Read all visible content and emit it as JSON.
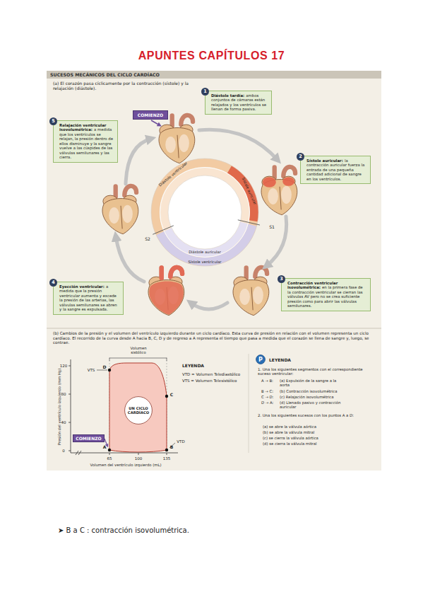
{
  "diagram": {
    "title": "APUNTES CAPÍTULOS 17",
    "nodes": [
      {
        "text": [
          "SUCESOS MECÁNICOS DEL CICLO CARDÍACO"
        ]
      },
      {
        "text": [
          "COMIENZO"
        ]
      },
      {
        "text": [
          "1",
          "Diástole tardía:",
          "ambos conjuntos de cámaras están relajados y los ventrículos se llenan de forma pasiva."
        ]
      },
      {
        "text": [
          "5",
          "Relajación ventricular isovolumétrica:",
          "a medida que los ventrículos se relajan, la presión dentro de ellos disminuye y la sangre vuelve a las cúspides de las válvulas semilunares y las cierra."
        ]
      },
      {
        "text": [
          "2",
          "Sístole auricular:",
          "la contracción auricular fuerza la entrada de una pequeña cantidad adicional de sangre en los ventrículos."
        ]
      },
      {
        "text": [
          "3",
          "Contracción ventricular isovolumétrica:",
          "en la primera fase de la contracción ventricular se cierran las válvulas AV pero no se crea suficiente presión como para abrir las válvulas semilunares."
        ]
      },
      {
        "text": [
          "4",
          "Eyección ventricular:",
          "a medida que la presión ventricular aumenta y excede la presión de las arterias, las válvulas semilunares se abren y la sangre es expulsada."
        ]
      },
      {
        "text": [
          "UN CICLO CARDÍACO"
        ]
      },
      {
        "text": [
          "COMIENZO"
        ]
      },
      {
        "text": [
          "P"
        ]
      }
    ],
    "labels": [
      "(a) El corazón pasa cíclicamente por la contracción (sístole) y la relajación (diástole).",
      "Diástole ventricular",
      "Sístole auricular",
      "Diástole auricular",
      "Sístole ventricular",
      "S1",
      "S2",
      "(b) Cambios de la presión y el volumen del ventrículo izquierdo durante un ciclo cardíaco. Esta curva de presión en relación con el volumen representa un ciclo cardíaco. El recorrido de la curva desde A hacia B, C, D y de regreso a A representa el tiempo que pasa a medida que el corazón se llena de sangre y, luego, se contrae.",
      "Presión del ventrículo izquierdo (mm Hg)",
      "120",
      "80",
      "40",
      "0",
      "65",
      "100",
      "135",
      "Volumen del ventrículo izquierdo (mL)",
      "Volumen sistólico",
      "VTS",
      "VTD",
      "A",
      "B",
      "C",
      "D",
      "LEYENDA",
      "LEYENDA",
      "1. Una los siguientes segmentos con el correspondiente suceso ventricular:",
      "A → B:",
      "(a) Expulsión de la sangre a la aorta",
      "B → C:",
      "(b) Contracción isovolumétrica",
      "C → D:",
      "(c) Relajación isovolumétrica",
      "D → A:",
      "(d) Llenado pasivo y contracción auricular",
      "2. Una los siguientes sucesos con los puntos A a D:",
      "(a) se abre la válvula aórtica",
      "(b) se abre la válvula mitral",
      "(c) se cierra la válvula aórtica",
      "(d) se cierra la válvula mitral",
      "➤ B a C : contracción isovolumétrica."
    ],
    "legend": [
      {
        "text": "VTD = Volumen Telediastólico"
      },
      {
        "text": "VTS = Volumen Telesistólico"
      }
    ]
  }
}
